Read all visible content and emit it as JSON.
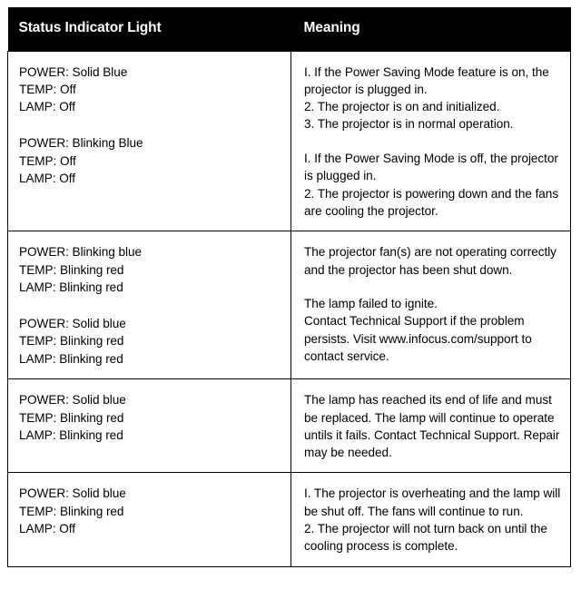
{
  "table": {
    "headers": {
      "status": "Status Indicator Light",
      "meaning": "Meaning"
    },
    "header_bg": "#000000",
    "header_fg": "#ffffff",
    "border_color": "#000000",
    "rows": [
      {
        "status_blocks": [
          "POWER: Solid Blue\nTEMP: Off\nLAMP: Off",
          "POWER: Blinking Blue\nTEMP: Off\nLAMP: Off"
        ],
        "meaning_blocks": [
          "I. If the Power Saving Mode feature is on, the projector is plugged in.\n2. The projector is on and initialized.\n3. The projector is in normal operation.",
          "I. If the Power Saving Mode is off, the projector is plugged in.\n2. The projector is powering down and the fans are cooling the projector."
        ]
      },
      {
        "status_blocks": [
          "POWER: Blinking blue\nTEMP: Blinking red\nLAMP: Blinking red",
          "POWER: Solid blue\nTEMP: Blinking red\nLAMP: Blinking red"
        ],
        "meaning_blocks": [
          "The projector fan(s) are not operating correctly and the projector has been shut down.",
          "The lamp failed to ignite.\nContact Technical Support if the problem persists. Visit www.infocus.com/support to contact service."
        ]
      },
      {
        "status_blocks": [
          "POWER: Solid blue\nTEMP: Blinking red\nLAMP: Blinking red"
        ],
        "meaning_blocks": [
          "The lamp has reached its end of life and must be replaced. The lamp will continue to operate untils it fails. Contact Technical Support. Repair may be needed."
        ]
      },
      {
        "status_blocks": [
          "POWER: Solid blue\nTEMP: Blinking red\nLAMP: Off"
        ],
        "meaning_blocks": [
          "I. The projector is overheating and the lamp will be shut off. The fans will continue to run.\n2. The projector will not turn back on until the cooling process is complete."
        ]
      }
    ]
  }
}
